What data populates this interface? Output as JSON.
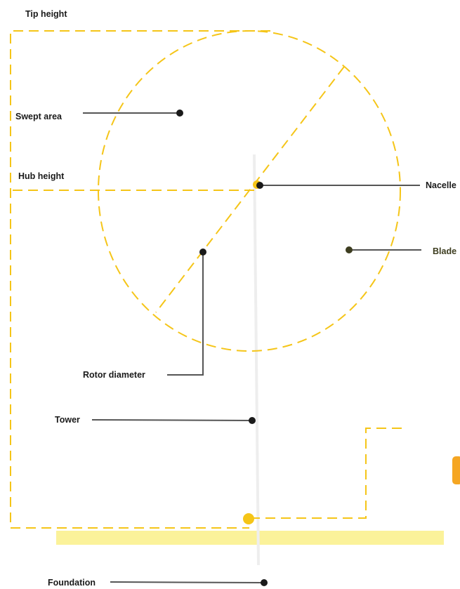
{
  "labels": {
    "tip_height": "Tip height",
    "swept_area": "Swept area",
    "hub_height": "Hub height",
    "nacelle": "Nacelle",
    "blade": "Blade",
    "rotor_diameter": "Rotor diameter",
    "tower": "Tower",
    "foundation": "Foundation"
  },
  "colors": {
    "accent_yellow": "#f5c518",
    "ground_band": "#fbf29a",
    "orange_marker": "#f5a623",
    "leader_line": "#555555",
    "dot": "#1a1a1a",
    "tower_line": "#eeeeee"
  }
}
